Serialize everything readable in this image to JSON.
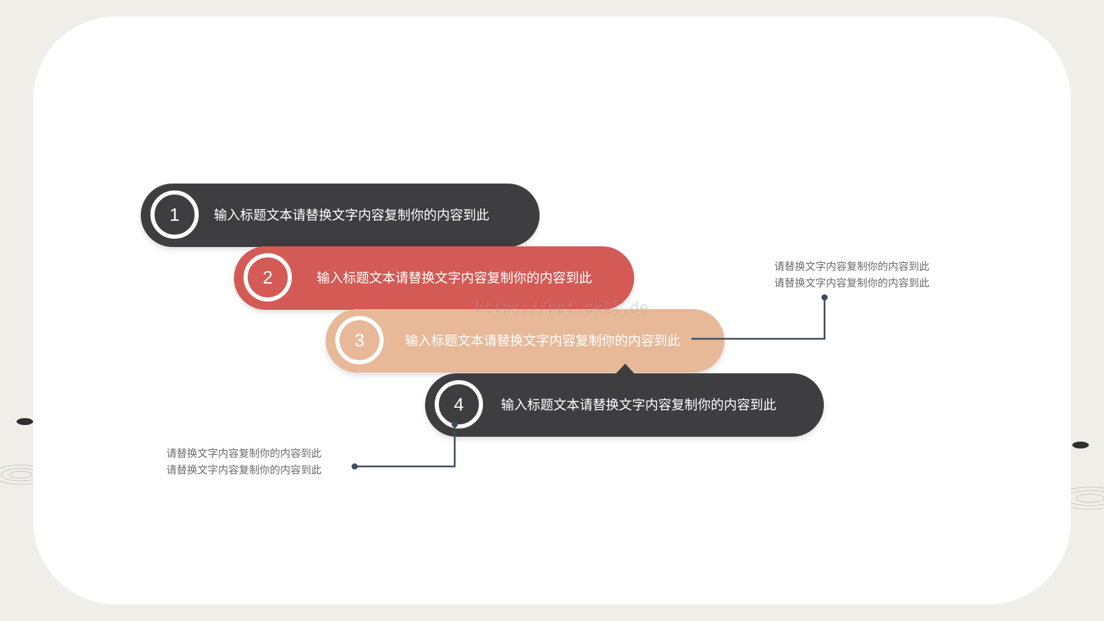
{
  "steps": [
    {
      "number": "1",
      "title": "输入标题文本请替换文字内容复制你的内容到此",
      "color": "#3e3e40"
    },
    {
      "number": "2",
      "title": "输入标题文本请替换文字内容复制你的内容到此",
      "color": "#d35a55"
    },
    {
      "number": "3",
      "title": "输入标题文本请替换文字内容复制你的内容到此",
      "color": "#e7b999"
    },
    {
      "number": "4",
      "title": "输入标题文本请替换文字内容复制你的内容到此",
      "color": "#3e3e40"
    }
  ],
  "notes": {
    "right": {
      "line1": "请替换文字内容复制你的内容到此",
      "line2": "请替换文字内容复制你的内容到此"
    },
    "left": {
      "line1": "请替换文字内容复制你的内容到此",
      "line2": "请替换文字内容复制你的内容到此"
    }
  },
  "watermark": "https://ppt.pkll.de",
  "colors": {
    "background": "#efeee8",
    "card": "#ffffff",
    "dark": "#3e3e40",
    "red": "#d35a55",
    "peach": "#e7b999",
    "connector": "#3f4b5b"
  }
}
